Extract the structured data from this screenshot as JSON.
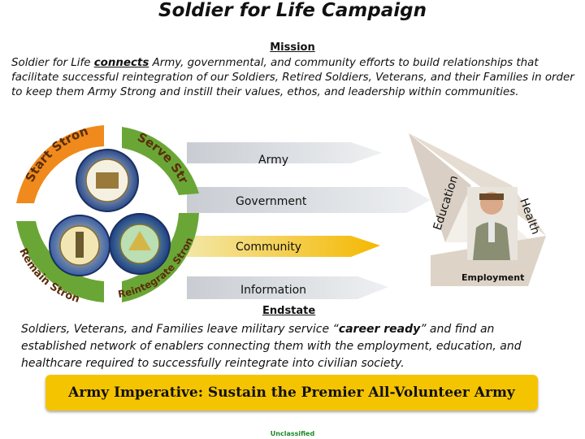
{
  "title": "Soldier for Life Campaign",
  "mission": {
    "heading": "Mission",
    "pre": "Soldier for Life ",
    "emph": "connects",
    "post": " Army, governmental, and community efforts to build relationships that facilitate successful reintegration of our Soldiers, Retired Soldiers, Veterans, and their Families in order to keep them Army Strong and instill their values, ethos, and leadership within communities."
  },
  "cycle": {
    "start": "Start Strong",
    "serve": "Serve Strong",
    "reintegrate": "Reintegrate Strong",
    "remain": "Remain Strong"
  },
  "arrows": [
    "Army",
    "Government",
    "Community",
    "Information"
  ],
  "triangle": {
    "left": "Education",
    "right": "Health",
    "bottom": "Employment"
  },
  "endstate": {
    "heading": "Endstate",
    "pre": "Soldiers, Veterans, and Families leave military service “",
    "emph": "career ready",
    "post": "” and find an established network of enablers connecting them with the employment, education, and healthcare required to successfully reintegrate into civilian society."
  },
  "imperative": "Army Imperative:  Sustain the Premier All-Volunteer Army",
  "classification": "Unclassified",
  "colors": {
    "banner": "#f5c400",
    "cycle_green": "#6aa636",
    "cycle_orange": "#f08a1c",
    "triangle_grey": "#d6cbbf"
  },
  "icons": [
    "department-of-the-army-seal",
    "army-national-guard-seal",
    "army-reserve-seal",
    "soldier-photo"
  ]
}
